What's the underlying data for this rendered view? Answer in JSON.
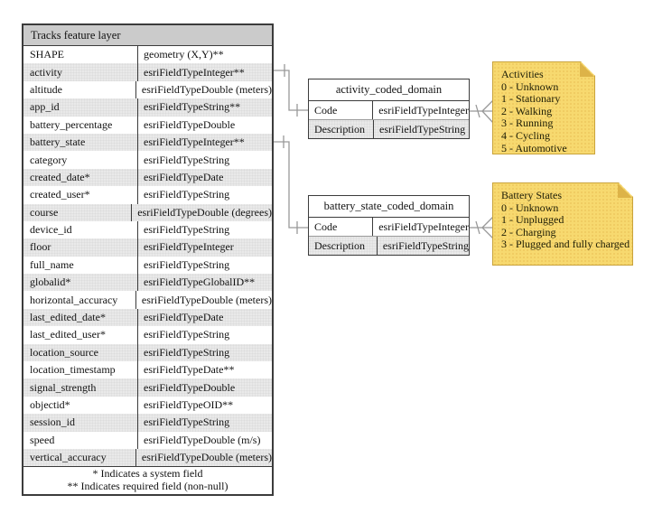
{
  "tracks_table": {
    "title": "Tracks feature layer",
    "fields": [
      {
        "name": "SHAPE",
        "type": "geometry (X,Y)**"
      },
      {
        "name": "activity",
        "type": "esriFieldTypeInteger**"
      },
      {
        "name": "altitude",
        "type": "esriFieldTypeDouble (meters)"
      },
      {
        "name": "app_id",
        "type": "esriFieldTypeString**"
      },
      {
        "name": "battery_percentage",
        "type": "esriFieldTypeDouble"
      },
      {
        "name": "battery_state",
        "type": "esriFieldTypeInteger**"
      },
      {
        "name": "category",
        "type": "esriFieldTypeString"
      },
      {
        "name": "created_date*",
        "type": "esriFieldTypeDate"
      },
      {
        "name": "created_user*",
        "type": "esriFieldTypeString"
      },
      {
        "name": "course",
        "type": "esriFieldTypeDouble (degrees)"
      },
      {
        "name": "device_id",
        "type": "esriFieldTypeString"
      },
      {
        "name": "floor",
        "type": "esriFieldTypeInteger"
      },
      {
        "name": "full_name",
        "type": "esriFieldTypeString"
      },
      {
        "name": "globalid*",
        "type": "esriFieldTypeGlobalID**"
      },
      {
        "name": "horizontal_accuracy",
        "type": "esriFieldTypeDouble (meters)"
      },
      {
        "name": "last_edited_date*",
        "type": "esriFieldTypeDate"
      },
      {
        "name": "last_edited_user*",
        "type": "esriFieldTypeString"
      },
      {
        "name": "location_source",
        "type": "esriFieldTypeString"
      },
      {
        "name": "location_timestamp",
        "type": "esriFieldTypeDate**"
      },
      {
        "name": "signal_strength",
        "type": "esriFieldTypeDouble"
      },
      {
        "name": "objectid*",
        "type": "esriFieldTypeOID**"
      },
      {
        "name": "session_id",
        "type": "esriFieldTypeString"
      },
      {
        "name": "speed",
        "type": "esriFieldTypeDouble (m/s)"
      },
      {
        "name": "vertical_accuracy",
        "type": "esriFieldTypeDouble (meters)"
      }
    ],
    "footnotes": [
      "* Indicates a system field",
      "** Indicates required field (non-null)"
    ]
  },
  "activity_domain": {
    "title": "activity_coded_domain",
    "rows": [
      {
        "field": "Code",
        "type": "esriFieldTypeInteger"
      },
      {
        "field": "Description",
        "type": "esriFieldTypeString"
      }
    ]
  },
  "battery_domain": {
    "title": "battery_state_coded_domain",
    "rows": [
      {
        "field": "Code",
        "type": "esriFieldTypeInteger"
      },
      {
        "field": "Description",
        "type": "esriFieldTypeString"
      }
    ]
  },
  "activities_note": {
    "title": "Activities",
    "items": [
      "0 - Unknown",
      "1 - Stationary",
      "2 - Walking",
      "3 - Running",
      "4 - Cycling",
      "5 - Automotive"
    ]
  },
  "battery_note": {
    "title": "Battery States",
    "items": [
      "0 - Unknown",
      "1 - Unplugged",
      "2 - Charging",
      "3 - Plugged and fully charged"
    ]
  },
  "colors": {
    "note_bg": "#f7d96f",
    "note_fold": "#ddb348",
    "table_header_bg": "#cbcbcb",
    "stripe_bg": "#e9e9e9",
    "border_dark": "#3c3c3c",
    "connector": "#999999"
  }
}
